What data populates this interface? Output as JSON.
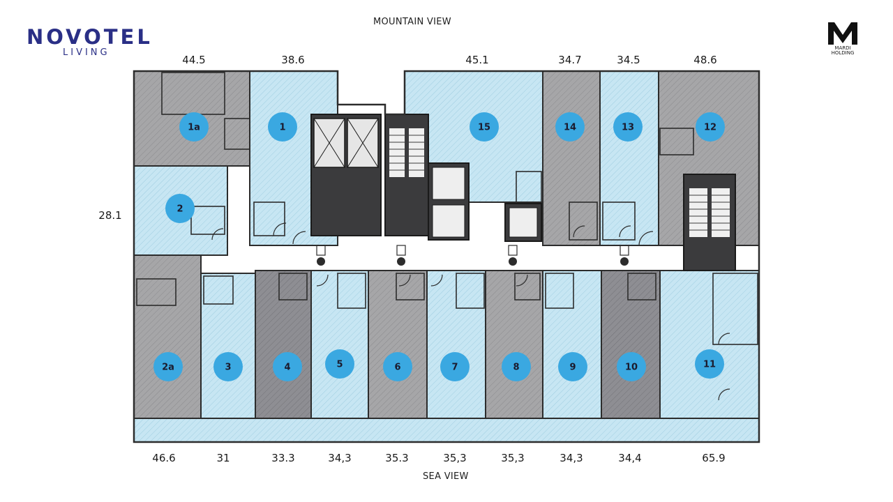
{
  "brand": {
    "name": "NOVOTEL",
    "sub": "LIVING"
  },
  "developer": {
    "name": "MARDI HOLDING"
  },
  "orientation": {
    "top": "MOUNTAIN VIEW",
    "bottom": "SEA VIEW"
  },
  "side_area": "28.1",
  "top_areas": [
    "44.5",
    "38.6",
    "45.1",
    "34.7",
    "34.5",
    "48.6"
  ],
  "bottom_areas": [
    "46.6",
    "31",
    "33.3",
    "34,3",
    "35.3",
    "35,3",
    "35,3",
    "34,3",
    "34,4",
    "65.9"
  ],
  "colors": {
    "unit_light": "#c7e6f3",
    "unit_gray": "#a6a6a8",
    "unit_dark": "#8e8e93",
    "core": "#3b3b3d",
    "corridor": "#ffffff",
    "wall": "#2c2c2c",
    "marker": "#3aa8e1",
    "brand": "#2a2f86"
  },
  "units": [
    {
      "id": "1a",
      "tone": "gray"
    },
    {
      "id": "1",
      "tone": "light"
    },
    {
      "id": "15",
      "tone": "light"
    },
    {
      "id": "14",
      "tone": "gray"
    },
    {
      "id": "13",
      "tone": "light"
    },
    {
      "id": "12",
      "tone": "gray"
    },
    {
      "id": "2",
      "tone": "light"
    },
    {
      "id": "2a",
      "tone": "gray"
    },
    {
      "id": "3",
      "tone": "light"
    },
    {
      "id": "4",
      "tone": "dark"
    },
    {
      "id": "5",
      "tone": "light"
    },
    {
      "id": "6",
      "tone": "gray"
    },
    {
      "id": "7",
      "tone": "light"
    },
    {
      "id": "8",
      "tone": "gray"
    },
    {
      "id": "9",
      "tone": "light"
    },
    {
      "id": "10",
      "tone": "dark"
    },
    {
      "id": "11",
      "tone": "light"
    }
  ]
}
